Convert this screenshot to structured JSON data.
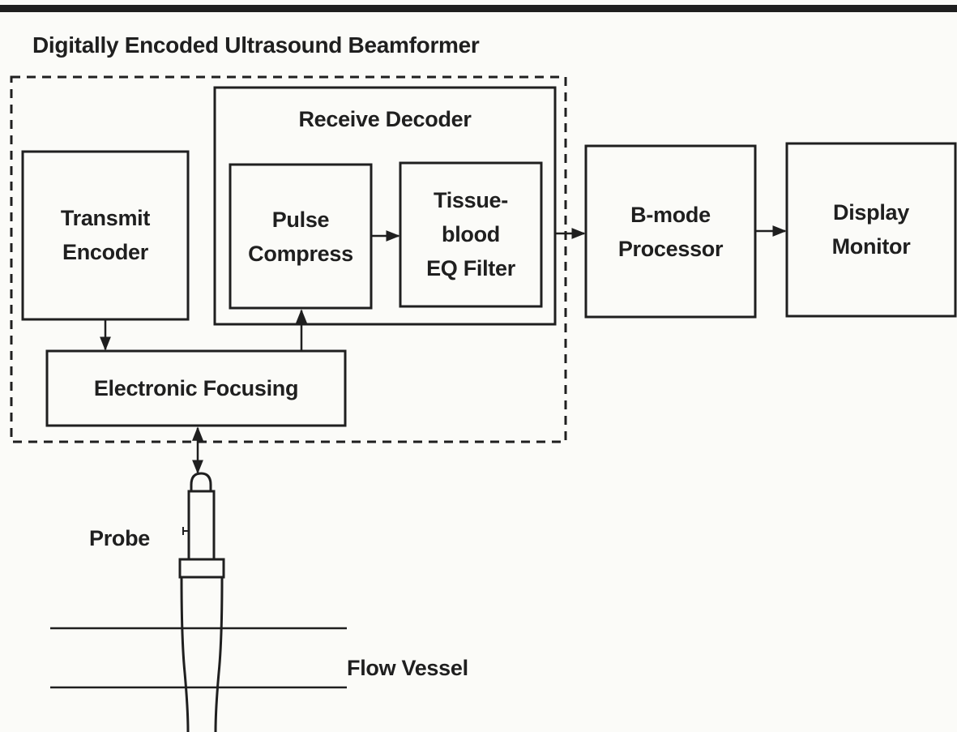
{
  "diagram": {
    "title": "Digitally Encoded Ultrasound Beamformer",
    "blocks": {
      "transmit_encoder": [
        "Transmit",
        "Encoder"
      ],
      "receive_decoder": "Receive Decoder",
      "pulse_compress": [
        "Pulse",
        "Compress"
      ],
      "tissue_blood_filter": [
        "Tissue-",
        "blood",
        "EQ Filter"
      ],
      "electronic_focusing": "Electronic Focusing",
      "bmode_processor": [
        "B-mode",
        "Processor"
      ],
      "display_monitor": [
        "Display",
        "Monitor"
      ]
    },
    "labels": {
      "probe": "Probe",
      "flow_vessel": "Flow Vessel"
    },
    "colors": {
      "ink": "#1f1f1f",
      "paper": "#fbfbf8"
    }
  }
}
